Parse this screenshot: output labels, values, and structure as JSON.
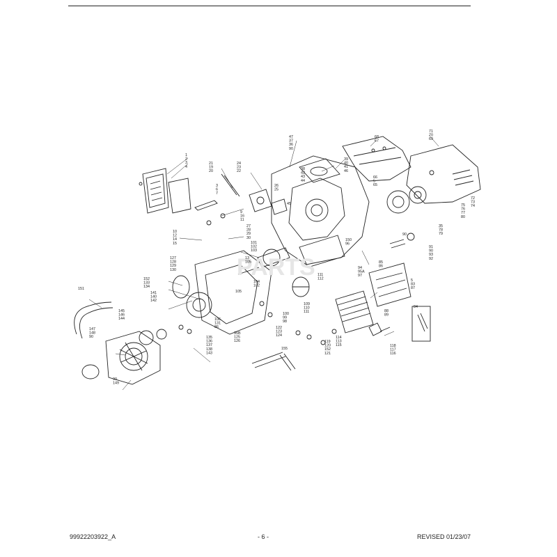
{
  "footer": {
    "part_number": "99922203922_A",
    "page": "- 6 -",
    "revised": "REVISED 01/23/07"
  },
  "diagram": {
    "callouts": [
      {
        "id": "c1",
        "items": [
          "1",
          "2",
          "3",
          "4"
        ]
      },
      {
        "id": "c2",
        "items": [
          "21",
          "19",
          "20"
        ]
      },
      {
        "id": "c3",
        "items": [
          "24",
          "23",
          "22"
        ]
      },
      {
        "id": "c4",
        "items": [
          "47",
          "37",
          "36",
          "90"
        ]
      },
      {
        "id": "c5",
        "items": [
          "38",
          "42",
          "43",
          "44"
        ]
      },
      {
        "id": "c6",
        "items": [
          "39",
          "40",
          "41",
          "46"
        ]
      },
      {
        "id": "c7",
        "items": [
          "68",
          "67"
        ]
      },
      {
        "id": "c8",
        "items": [
          "71",
          "70",
          "69"
        ]
      },
      {
        "id": "c9",
        "items": [
          "66",
          "5",
          "65"
        ]
      },
      {
        "id": "c10",
        "items": [
          "3",
          "6",
          "7"
        ]
      },
      {
        "id": "c11",
        "items": [
          "26",
          "25"
        ]
      },
      {
        "id": "c12",
        "items": [
          "45"
        ]
      },
      {
        "id": "c13",
        "items": [
          "72",
          "73",
          "74"
        ]
      },
      {
        "id": "c14",
        "items": [
          "75",
          "76",
          "77",
          "80"
        ]
      },
      {
        "id": "c15",
        "items": [
          "9",
          "16",
          "11"
        ]
      },
      {
        "id": "c16",
        "items": [
          "35",
          "78",
          "79"
        ]
      },
      {
        "id": "c17",
        "items": [
          "10",
          "12",
          "14",
          "15"
        ]
      },
      {
        "id": "c18",
        "items": [
          "27",
          "28",
          "29",
          "30"
        ]
      },
      {
        "id": "c19",
        "items": [
          "150",
          "96"
        ]
      },
      {
        "id": "c20",
        "items": [
          "90"
        ]
      },
      {
        "id": "c21",
        "items": [
          "101",
          "102",
          "103"
        ]
      },
      {
        "id": "c22",
        "items": [
          "91",
          "90",
          "93",
          "92"
        ]
      },
      {
        "id": "c23",
        "items": [
          "13",
          "105"
        ]
      },
      {
        "id": "c24",
        "items": [
          "127",
          "128",
          "129",
          "130"
        ]
      },
      {
        "id": "c25",
        "items": [
          "85",
          "86"
        ]
      },
      {
        "id": "c26",
        "items": [
          "94",
          "95A",
          "97"
        ]
      },
      {
        "id": "c27",
        "items": [
          "111",
          "112"
        ]
      },
      {
        "id": "c28",
        "items": [
          "104",
          "102"
        ]
      },
      {
        "id": "c29",
        "items": [
          "5",
          "83",
          "87"
        ]
      },
      {
        "id": "c30",
        "items": [
          "152",
          "133",
          "134"
        ]
      },
      {
        "id": "c31",
        "items": [
          "151"
        ]
      },
      {
        "id": "c32",
        "items": [
          "141",
          "140",
          "142"
        ]
      },
      {
        "id": "c33",
        "items": [
          "105"
        ]
      },
      {
        "id": "c34",
        "items": [
          "109",
          "110",
          "111"
        ]
      },
      {
        "id": "c35",
        "items": [
          "84"
        ]
      },
      {
        "id": "c36",
        "items": [
          "145",
          "146",
          "144"
        ]
      },
      {
        "id": "c37",
        "items": [
          "100",
          "99",
          "98"
        ]
      },
      {
        "id": "c38",
        "items": [
          "88",
          "89"
        ]
      },
      {
        "id": "c39",
        "items": [
          "106",
          "131",
          "86"
        ]
      },
      {
        "id": "c40",
        "items": [
          "147",
          "148",
          "90"
        ]
      },
      {
        "id": "c41",
        "items": [
          "122",
          "123",
          "124"
        ]
      },
      {
        "id": "c42",
        "items": [
          "95B",
          "125",
          "126"
        ]
      },
      {
        "id": "c43",
        "items": [
          "135",
          "136",
          "137",
          "138",
          "143"
        ]
      },
      {
        "id": "c44",
        "items": [
          "114",
          "113",
          "115"
        ]
      },
      {
        "id": "c45",
        "items": [
          "119",
          "120",
          "152",
          "121"
        ]
      },
      {
        "id": "c46",
        "items": [
          "118",
          "117",
          "116"
        ]
      },
      {
        "id": "c47",
        "items": [
          "155"
        ]
      },
      {
        "id": "c48",
        "items": [
          "90",
          "149"
        ]
      }
    ]
  }
}
